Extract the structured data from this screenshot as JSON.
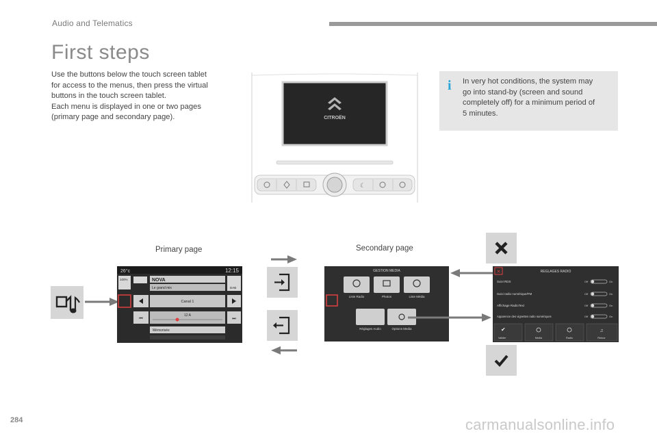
{
  "header": {
    "section": "Audio and Telematics"
  },
  "title": "First steps",
  "intro": {
    "lines": [
      "Use the buttons below the touch screen tablet",
      "for access to the menus, then press the virtual",
      "buttons in the touch screen tablet.",
      "Each menu is displayed in one or two pages",
      "(primary page and secondary page)."
    ]
  },
  "info": {
    "icon": "info-icon",
    "lines": [
      "In very hot conditions, the system may",
      "go into stand-by (screen and sound",
      "completely off) for a minimum period of",
      "5 minutes."
    ]
  },
  "dashboard": {
    "brand": "CITROËN"
  },
  "labels": {
    "primary": "Primary page",
    "secondary": "Secondary page"
  },
  "primary_screen": {
    "temperature": "26°c",
    "time": "12:15",
    "station": "NOVA",
    "subtitle": "Le grand mix",
    "badge_left": "100%",
    "badge_dab": "DAB",
    "channel": "Canal 1",
    "frequency": "12 A",
    "memory": "Mémorisée"
  },
  "media_screen": {
    "title": "GESTION MEDIA",
    "buttons": [
      "Liste Radio",
      "Photos",
      "Liste Média",
      "Réglages Audio",
      "Options Media"
    ]
  },
  "radio_settings": {
    "title": "REGLAGES RADIO",
    "rows": [
      {
        "label": "Suivi RDS",
        "off": "Off",
        "on": "On"
      },
      {
        "label": "Suivi radio numérique/FM",
        "off": "Off",
        "on": "On"
      },
      {
        "label": "Affichage RadioText",
        "off": "Off",
        "on": "On"
      },
      {
        "label": "Apparence des vignettes radio numériques",
        "off": "Off",
        "on": "On"
      }
    ],
    "tabs": [
      "Valider",
      "Media",
      "Radio",
      "Retour"
    ]
  },
  "page_number": "284",
  "watermark": "carmanualsonline.info",
  "colors": {
    "info_accent": "#2aa6d9",
    "screen_bg": "#2b2b2b",
    "media_accent": "#d83a3a"
  }
}
